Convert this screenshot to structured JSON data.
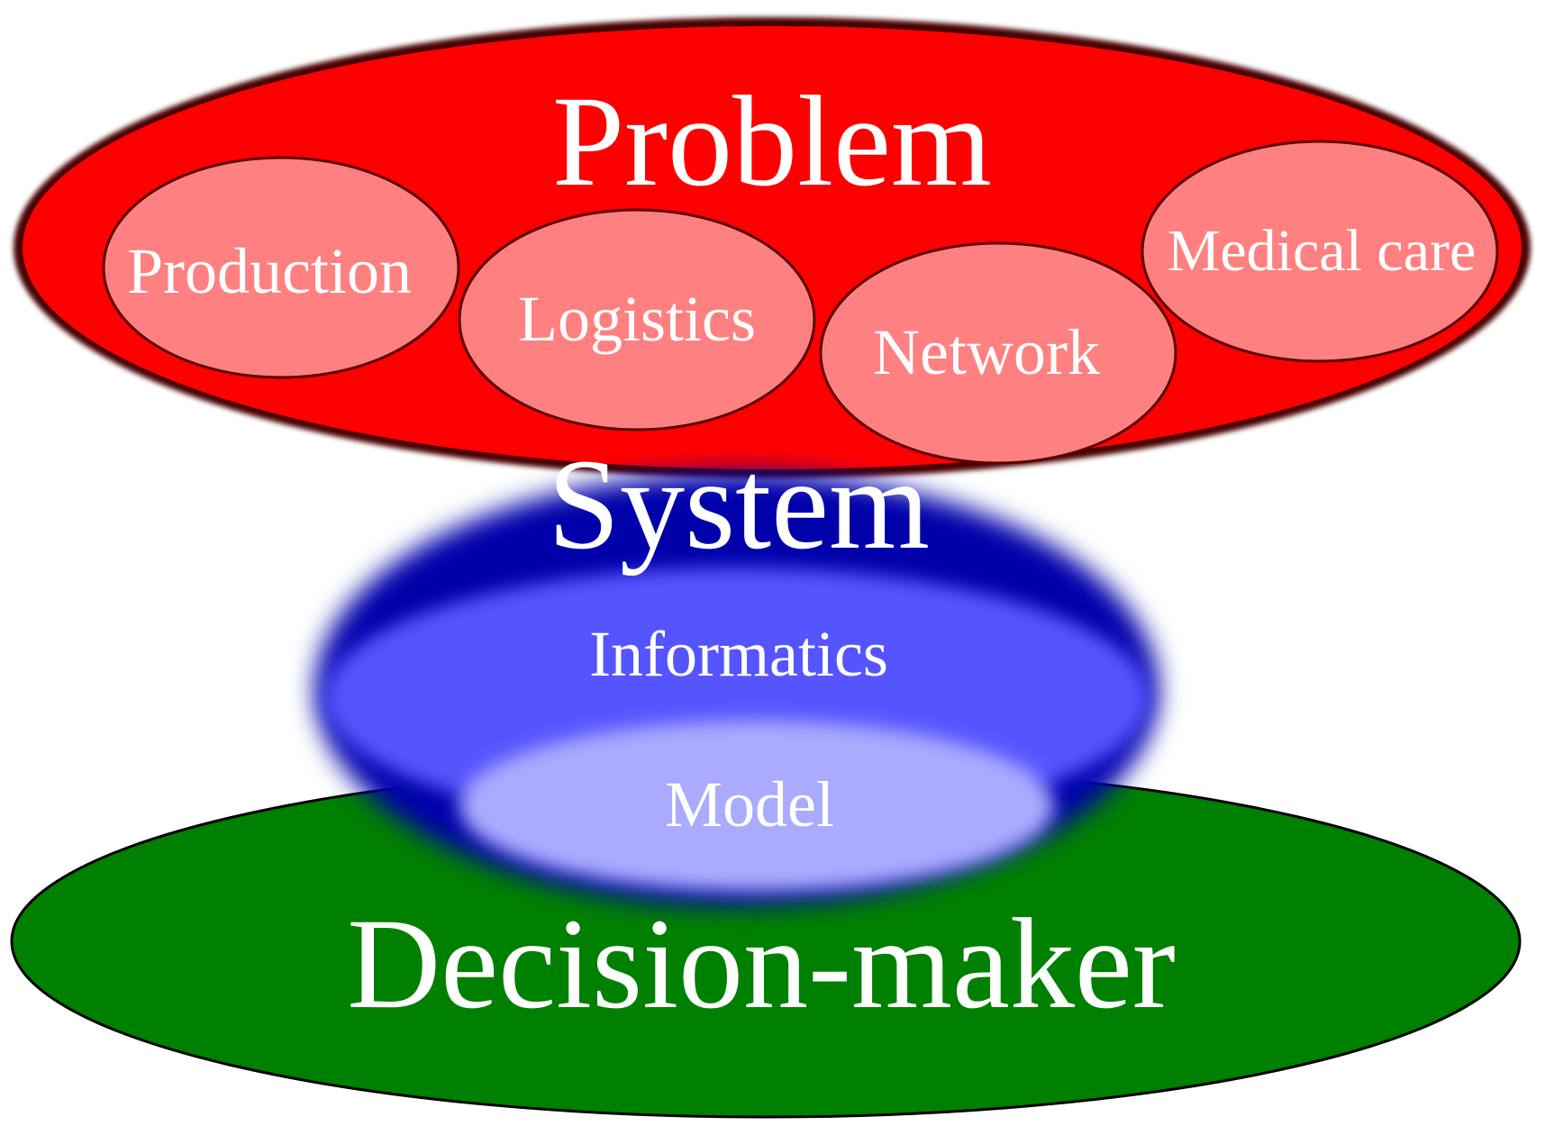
{
  "problem": {
    "title": "Problem",
    "color": "#ff0000",
    "areas": [
      "Production",
      "Logistics",
      "Network",
      "Medical care"
    ],
    "area_color": "#ff8080"
  },
  "system": {
    "title": "System",
    "color": "#0000aa",
    "informatics": "Informatics",
    "informatics_color": "#5555ff",
    "model": "Model",
    "model_color": "#aaaaff"
  },
  "decision_maker": {
    "title": "Decision-maker",
    "color": "#008000"
  }
}
